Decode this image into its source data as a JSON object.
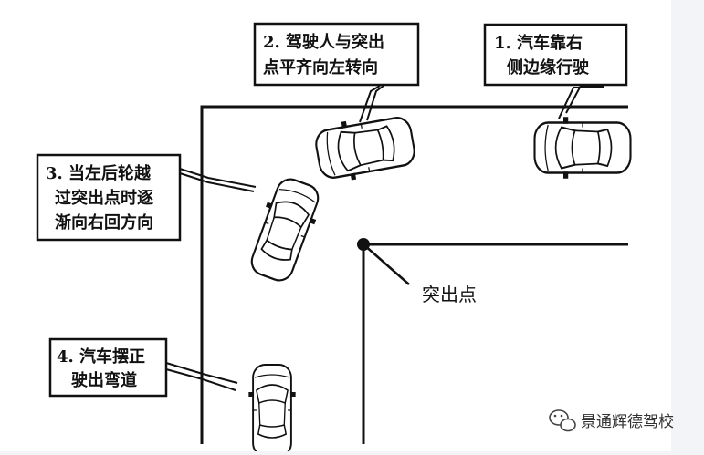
{
  "labels": {
    "step1_line1": "1. 汽车靠右",
    "step1_line2": "侧边缘行驶",
    "step2_line1": "2. 驾驶人与突出",
    "step2_line2": "点平齐向左转向",
    "step3_line1": "3. 当左后轮越",
    "step3_line2": "过突出点时逐",
    "step3_line3": "渐向右回方向",
    "step4_line1": "4. 汽车摆正",
    "step4_line2": "驶出弯道",
    "corner_point": "突出点"
  },
  "watermark": {
    "text": "景通辉德驾校",
    "icon": "wechat-icon"
  },
  "colors": {
    "background": "#f2f4f7",
    "panel": "#ffffff",
    "ink": "#111111"
  }
}
